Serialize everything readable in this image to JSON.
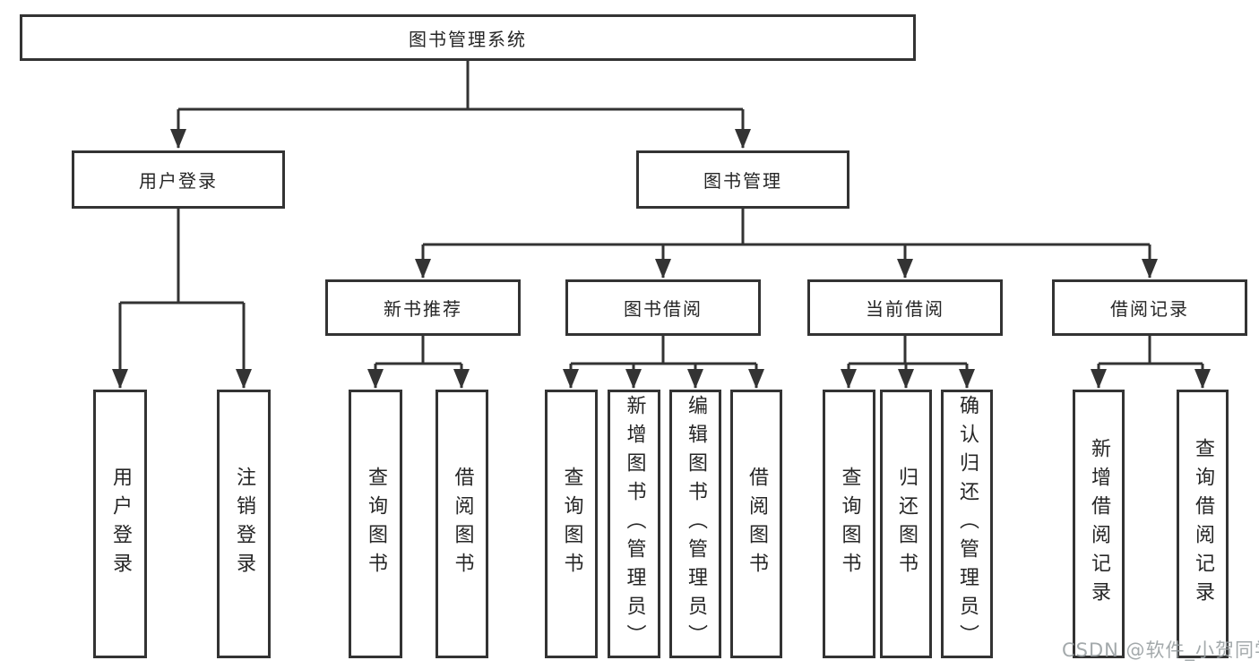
{
  "tree": {
    "label": "图书管理系统",
    "children": [
      {
        "label": "用户登录",
        "children": [
          {
            "label": "用户登录"
          },
          {
            "label": "注销登录"
          }
        ]
      },
      {
        "label": "图书管理",
        "children": [
          {
            "label": "新书推荐",
            "children": [
              {
                "label": "查询图书"
              },
              {
                "label": "借阅图书"
              }
            ]
          },
          {
            "label": "图书借阅",
            "children": [
              {
                "label": "查询图书"
              },
              {
                "label": "新增图书（管理员）"
              },
              {
                "label": "编辑图书（管理员）"
              },
              {
                "label": "借阅图书"
              }
            ]
          },
          {
            "label": "当前借阅",
            "children": [
              {
                "label": "查询图书"
              },
              {
                "label": "归还图书"
              },
              {
                "label": "确认归还（管理员）"
              }
            ]
          },
          {
            "label": "借阅记录",
            "children": [
              {
                "label": "新增借阅记录"
              },
              {
                "label": "查询借阅记录"
              }
            ]
          }
        ]
      }
    ]
  },
  "watermark": "CSDN @软件_小贺同学",
  "colors": {
    "line": "#333333",
    "text": "#262626",
    "watermark": "#9aa0a3",
    "box_background": "#ffffff"
  }
}
